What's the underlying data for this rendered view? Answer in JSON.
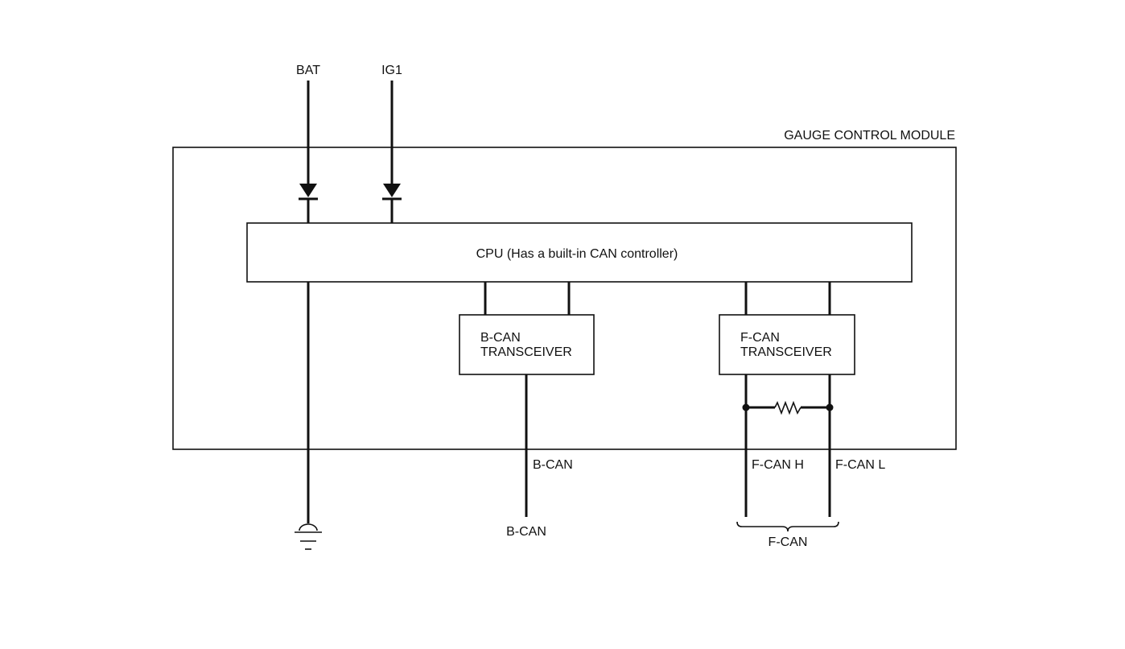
{
  "inputs": {
    "bat": "BAT",
    "ig1": "IG1"
  },
  "module": {
    "title": "GAUGE CONTROL MODULE"
  },
  "cpu": {
    "label": "CPU (Has a built-in CAN controller)"
  },
  "b_can_transceiver": {
    "line1": "B-CAN",
    "line2": "TRANSCEIVER"
  },
  "f_can_transceiver": {
    "line1": "F-CAN",
    "line2": "TRANSCEIVER"
  },
  "wires": {
    "b_can_inner": "B-CAN",
    "b_can_outer": "B-CAN",
    "f_can_h": "F-CAN H",
    "f_can_l": "F-CAN L",
    "f_can_group": "F-CAN"
  },
  "colors": {
    "line": "#111111",
    "background": "#ffffff"
  },
  "icons": {
    "diode": "diode-icon",
    "ground": "ground-icon",
    "resistor": "resistor-icon",
    "junction": "junction-dot"
  }
}
